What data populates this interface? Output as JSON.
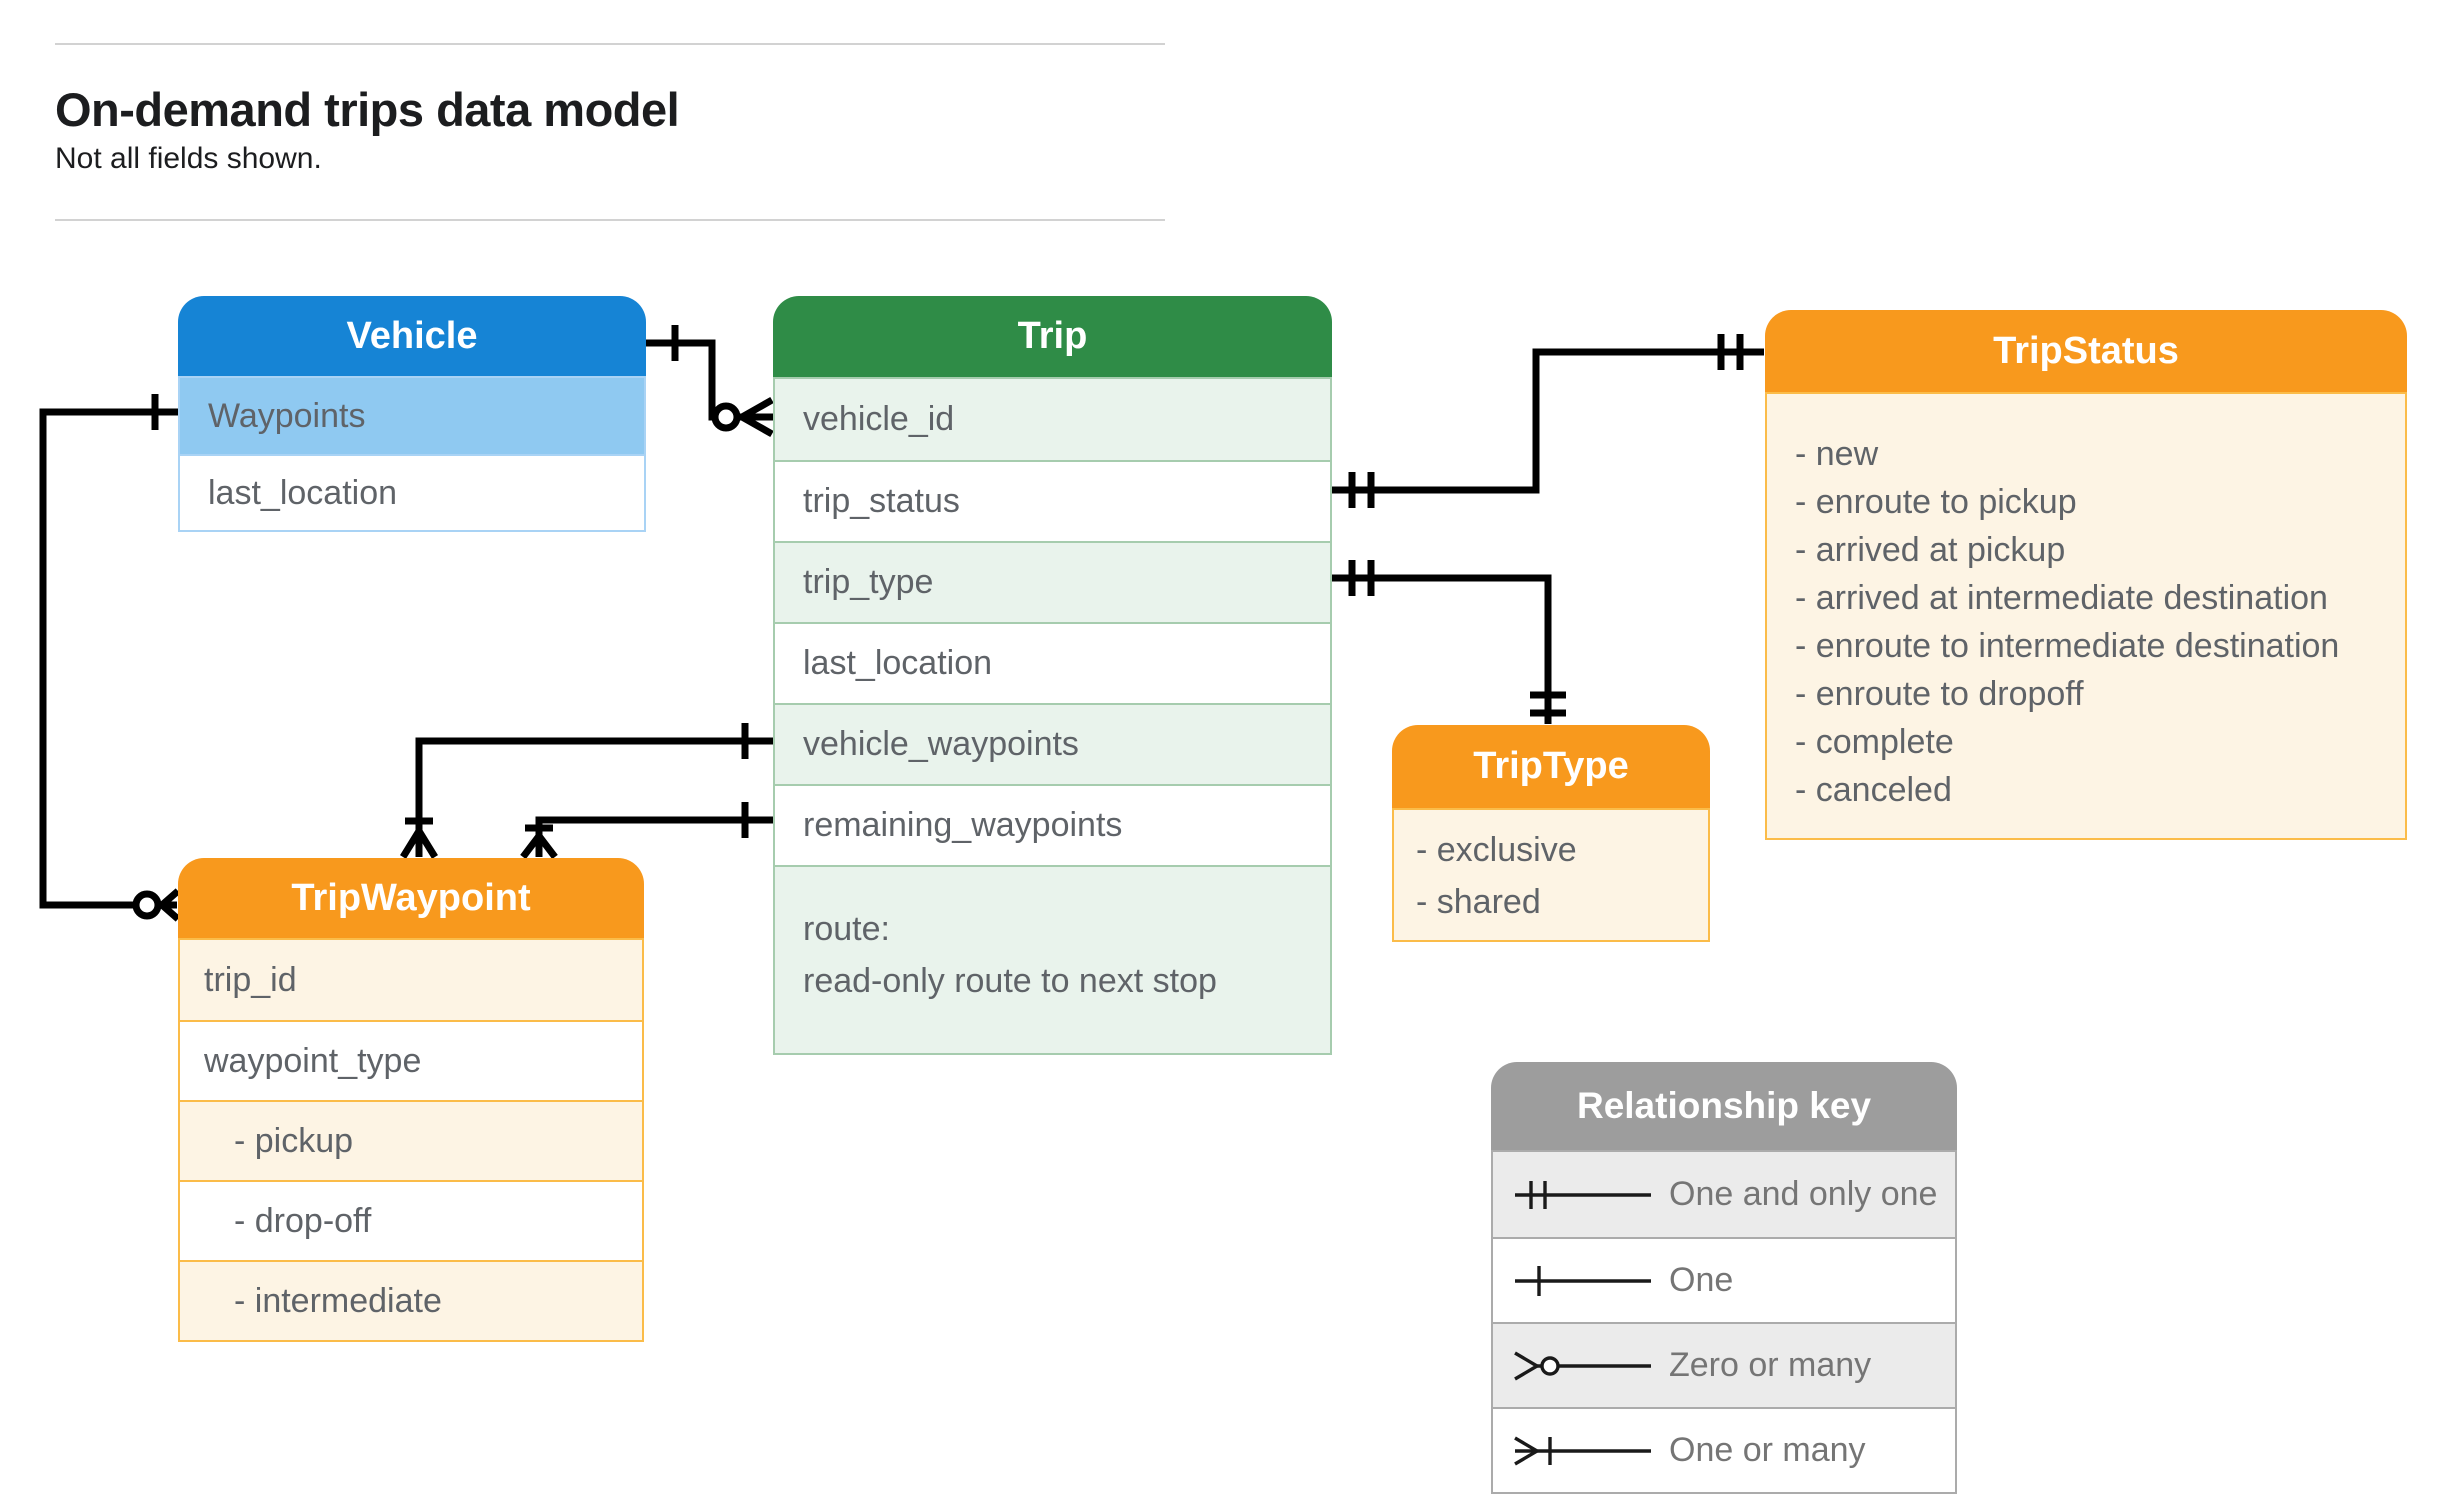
{
  "title": {
    "heading": "On-demand trips data model",
    "subtitle": "Not all fields shown."
  },
  "tables": {
    "vehicle": {
      "title": "Vehicle",
      "rows": [
        "Waypoints",
        "last_location"
      ]
    },
    "trip": {
      "title": "Trip",
      "rows": [
        "vehicle_id",
        "trip_status",
        "trip_type",
        "last_location",
        "vehicle_waypoints",
        "remaining_waypoints"
      ],
      "route": [
        "route:",
        "read-only route to next stop"
      ]
    },
    "tripStatus": {
      "title": "TripStatus",
      "items": [
        "- new",
        "- enroute to pickup",
        "- arrived at pickup",
        "- arrived at intermediate destination",
        "- enroute to intermediate destination",
        "- enroute to dropoff",
        "- complete",
        "- canceled"
      ]
    },
    "tripType": {
      "title": "TripType",
      "items": [
        "- exclusive",
        "- shared"
      ]
    },
    "tripWaypoint": {
      "title": "TripWaypoint",
      "rows": [
        "trip_id",
        "waypoint_type",
        "- pickup",
        "- drop-off",
        "- intermediate"
      ]
    }
  },
  "legend": {
    "title": "Relationship key",
    "entries": [
      {
        "symbol": "one-and-only-one-icon",
        "label": "One and only one"
      },
      {
        "symbol": "one-icon",
        "label": "One"
      },
      {
        "symbol": "zero-or-many-icon",
        "label": "Zero or many"
      },
      {
        "symbol": "one-or-many-icon",
        "label": "One or many"
      }
    ]
  },
  "colors": {
    "vehicle_header": "#1684d5",
    "vehicle_row_tint": "#8fc9f1",
    "vehicle_border": "#a9d3f5",
    "trip_header": "#2f8c47",
    "trip_row_tint": "#e9f3ec",
    "trip_border": "#a6ccae",
    "orange_header": "#f8991d",
    "orange_body": "#fdf4e4",
    "orange_border": "#fbbc49",
    "key_header": "#9d9d9d",
    "key_row_tint": "#ebebeb",
    "key_border": "#ababab",
    "cell_text": "#5f6368",
    "legend_text": "#757575",
    "connector": "#000000"
  }
}
